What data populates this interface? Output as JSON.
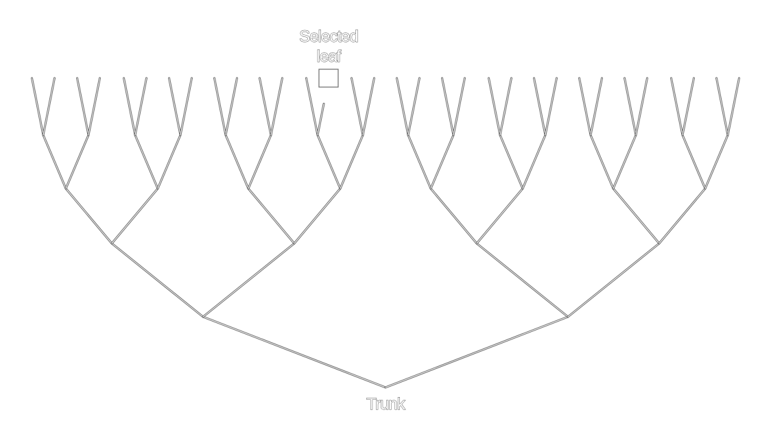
{
  "labels": {
    "selected_line1": "Selected",
    "selected_line2": "leaf",
    "trunk": "Trunk"
  },
  "tree": {
    "levels": 5,
    "leaf_count": 32,
    "selected_leaf_index": 13
  },
  "colors": {
    "line": "#6a6a6a",
    "background": "#ffffff"
  }
}
